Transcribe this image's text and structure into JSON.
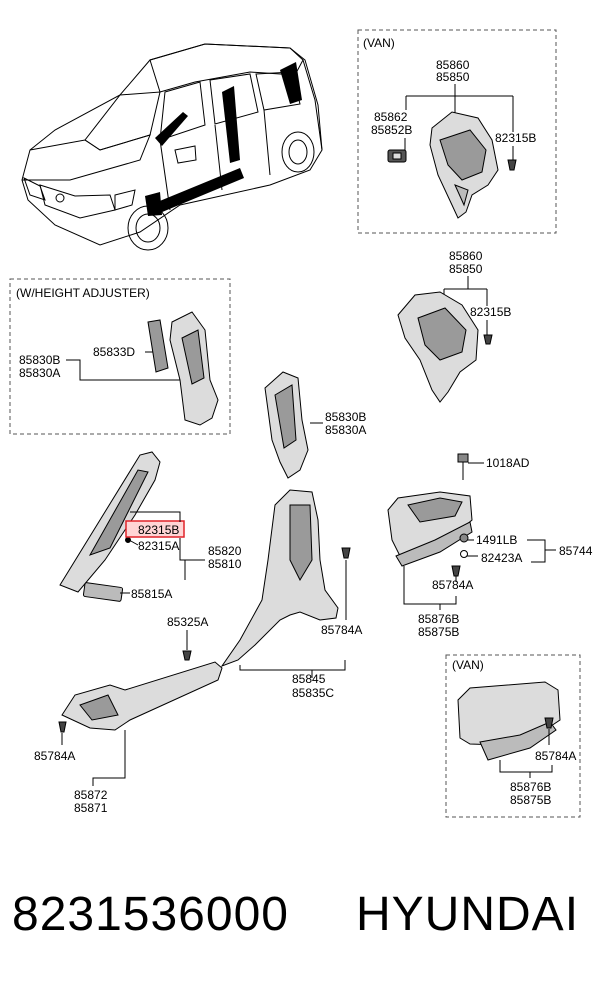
{
  "groups": {
    "van_top": "(VAN)",
    "height_adjuster": "(W/HEIGHT ADJUSTER)",
    "van_bottom": "(VAN)"
  },
  "labels": {
    "van_85860": "85860",
    "van_85850": "85850",
    "van_85862": "85862",
    "van_85852B": "85852B",
    "van_82315B": "82315B",
    "mid_85860": "85860",
    "mid_85850": "85850",
    "mid_82315B": "82315B",
    "adj_85833D": "85833D",
    "adj_85830B": "85830B",
    "adj_85830A": "85830A",
    "bp_85830B": "85830B",
    "bp_85830A": "85830A",
    "p_1018AD": "1018AD",
    "a_82315B_hl": "82315B",
    "a_82315A": "82315A",
    "a_85820": "85820",
    "a_85810": "85810",
    "a_85815A": "85815A",
    "p_1491LB": "1491LB",
    "p_82423A": "82423A",
    "p_85744": "85744",
    "r_85784A": "85784A",
    "r_85876B": "85876B",
    "r_85875B": "85875B",
    "c_85325A": "85325A",
    "c_85784A": "85784A",
    "c_85845": "85845",
    "c_85835C": "85835C",
    "s_85784A": "85784A",
    "s_85872": "85872",
    "s_85871": "85871",
    "vb_85784A": "85784A",
    "vb_85876B": "85876B",
    "vb_85875B": "85875B"
  },
  "footer": {
    "part_number": "8231536000",
    "brand": "HYUNDAI"
  },
  "colors": {
    "highlight_fill": "#ffd5d5",
    "highlight_stroke": "#e0242a",
    "line": "#000000",
    "part_fill": "#dcdcdc",
    "part_shade": "#9a9a9a"
  }
}
